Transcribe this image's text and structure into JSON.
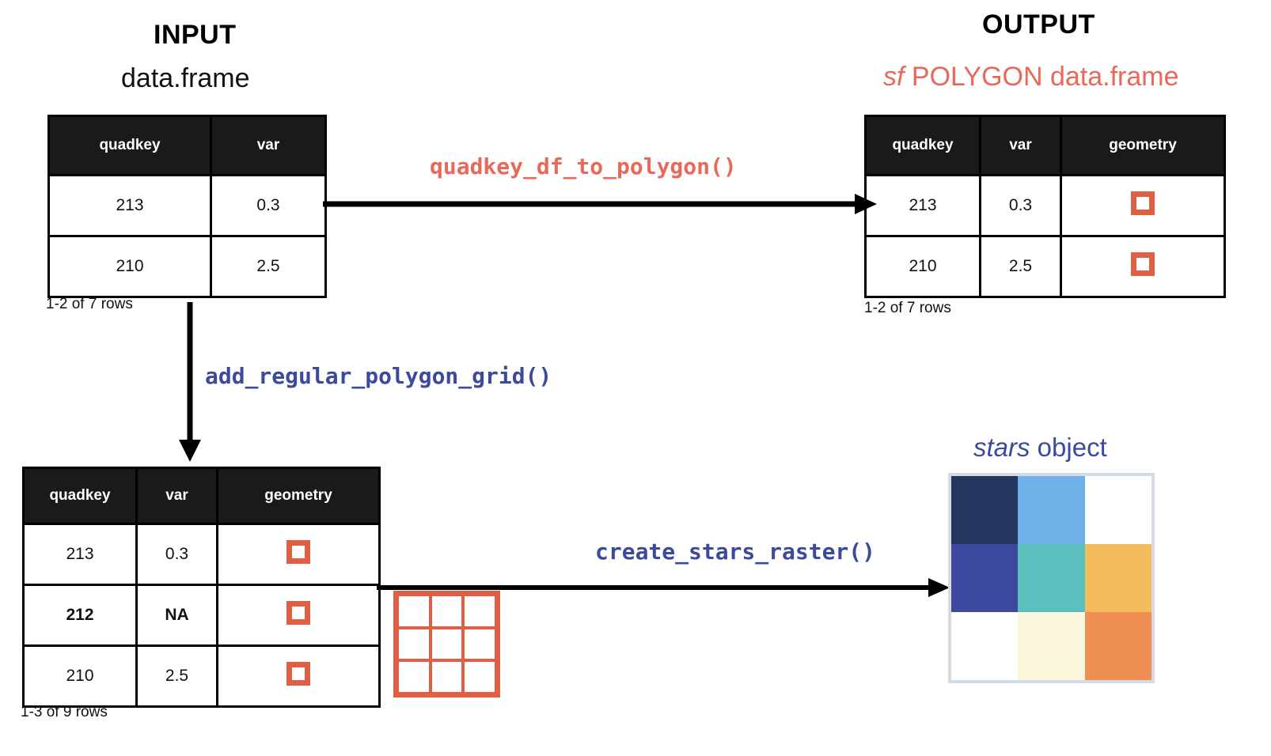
{
  "colors": {
    "orange": "#e05f44",
    "blue": "#3b4a9c",
    "salmon": "#e8685a",
    "black": "#000000",
    "header_bg": "#1a1a1a",
    "raster_border": "#d3dbe6"
  },
  "input": {
    "title": "INPUT",
    "subtitle": "data.frame",
    "caption": "1-2 of 7 rows",
    "columns": [
      "quadkey",
      "var"
    ],
    "rows": [
      {
        "quadkey": "213",
        "var": "0.3",
        "bold": false
      },
      {
        "quadkey": "210",
        "var": "2.5",
        "bold": false
      }
    ]
  },
  "output": {
    "title": "OUTPUT",
    "subtitle_italic": "sf",
    "subtitle_rest": " POLYGON data.frame",
    "caption": "1-2 of 7 rows",
    "columns": [
      "quadkey",
      "var",
      "geometry"
    ],
    "rows": [
      {
        "quadkey": "213",
        "var": "0.3",
        "geometry": "polygon-square",
        "bold": false
      },
      {
        "quadkey": "210",
        "var": "2.5",
        "geometry": "polygon-square",
        "bold": false
      }
    ]
  },
  "grid_table": {
    "caption": "1-3 of 9 rows",
    "columns": [
      "quadkey",
      "var",
      "geometry"
    ],
    "rows": [
      {
        "quadkey": "213",
        "var": "0.3",
        "geometry": "polygon-square",
        "bold": false
      },
      {
        "quadkey": "212",
        "var": "NA",
        "geometry": "polygon-square",
        "bold": true
      },
      {
        "quadkey": "210",
        "var": "2.5",
        "geometry": "polygon-square",
        "bold": false
      }
    ]
  },
  "functions": {
    "quadkey_df_to_polygon": "quadkey_df_to_polygon()",
    "add_regular_polygon_grid": "add_regular_polygon_grid()",
    "create_stars_raster": "create_stars_raster()"
  },
  "stars": {
    "label_italic": "stars",
    "label_rest": " object",
    "grid": [
      [
        "#24365e",
        "#6fb0e8",
        "#ffffff"
      ],
      [
        "#3b4a9c",
        "#5dbfbd",
        "#f3bc5c"
      ],
      [
        "#ffffff",
        "#fbf7dd",
        "#ef8f52"
      ]
    ]
  },
  "polygon_grid_preview": {
    "rows": 3,
    "cols": 3
  }
}
